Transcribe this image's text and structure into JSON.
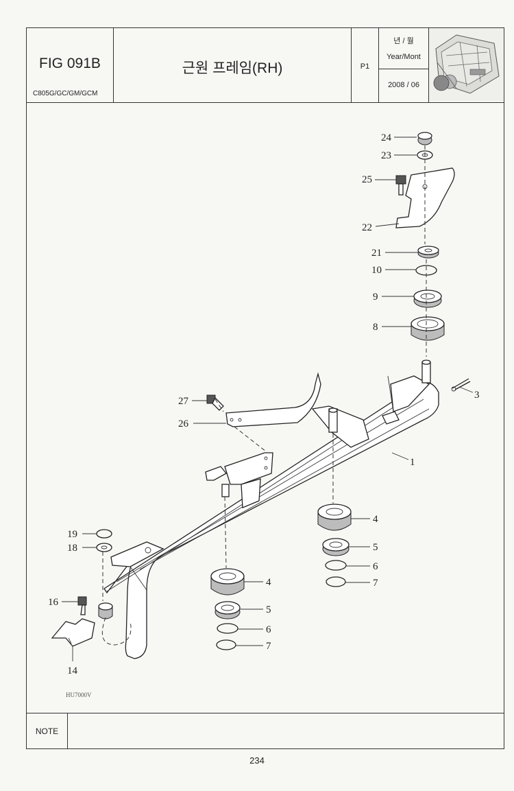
{
  "header": {
    "figure_number": "FIG 091B",
    "models": "C805G/GC/GM/GCM",
    "part_title": "근원 프레임(RH)",
    "page_id": "P1",
    "date_label_kr": "년 / 월",
    "date_label_en": "Year/Mont",
    "date_value": "2008 / 06"
  },
  "thumbnail": {
    "icon": "combine-harvester-icon"
  },
  "diagram": {
    "drawing_code": "HU7000V",
    "callouts": [
      "24",
      "23",
      "25",
      "22",
      "21",
      "10",
      "9",
      "8",
      "27",
      "26",
      "3",
      "1",
      "4",
      "5",
      "6",
      "7",
      "19",
      "18",
      "4",
      "5",
      "6",
      "7",
      "16",
      "14"
    ]
  },
  "note": {
    "label": "NOTE"
  },
  "footer": {
    "page_number": "234"
  }
}
